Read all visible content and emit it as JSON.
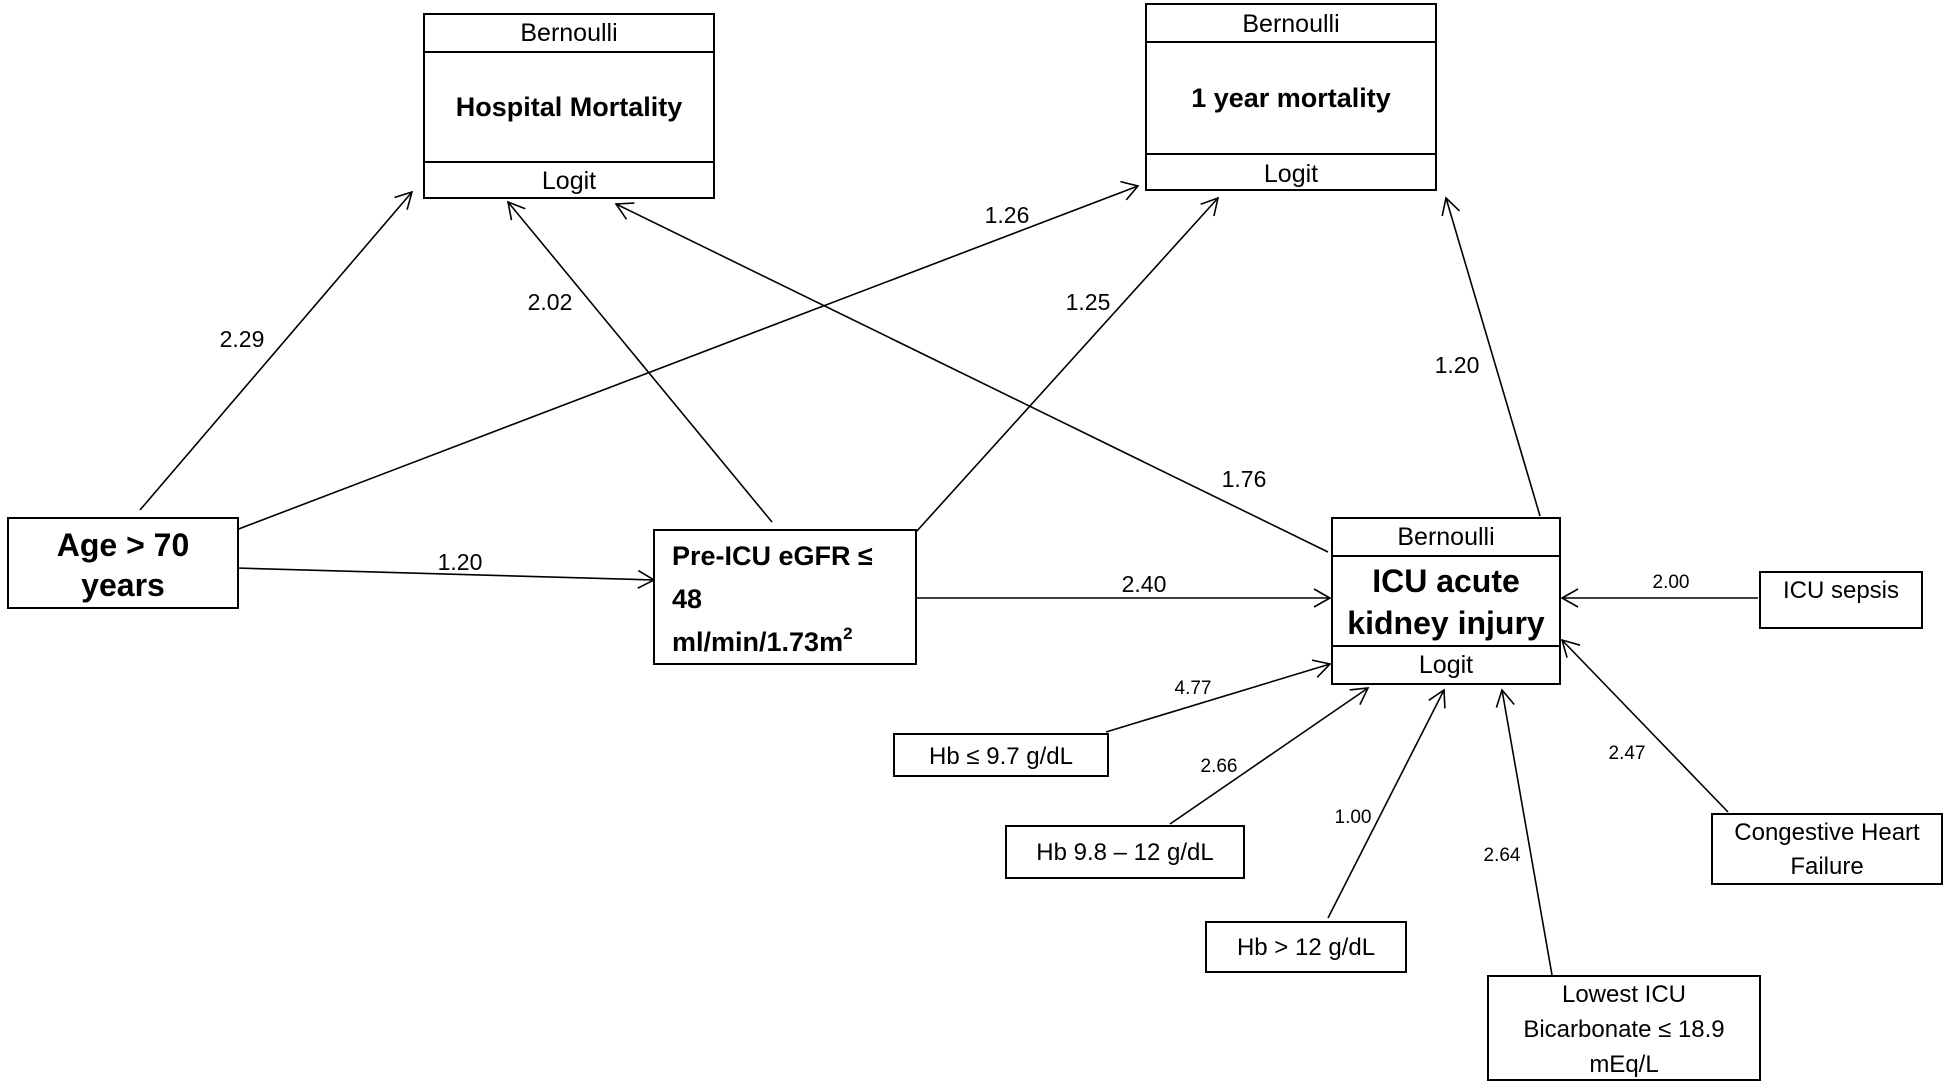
{
  "outcomes": {
    "hospital_mortality": {
      "top": "Bernoulli",
      "label": "Hospital Mortality",
      "bottom": "Logit"
    },
    "one_year_mortality": {
      "top": "Bernoulli",
      "label": "1 year mortality",
      "bottom": "Logit"
    },
    "icu_aki": {
      "top": "Bernoulli",
      "line1": "ICU acute",
      "line2": "kidney injury",
      "bottom": "Logit"
    }
  },
  "predictors": {
    "age": {
      "line1": "Age > 70",
      "line2": "years"
    },
    "egfr": {
      "line1": "Pre-ICU eGFR ≤",
      "line2": "48",
      "line3": "ml/min/1.73m",
      "sup": "2"
    },
    "sepsis": {
      "label": "ICU sepsis"
    },
    "chf": {
      "line1": "Congestive Heart",
      "line2": "Failure"
    },
    "hb_low": {
      "label": "Hb ≤ 9.7 g/dL"
    },
    "hb_mid": {
      "label": "Hb 9.8 – 12 g/dL"
    },
    "hb_high": {
      "label": "Hb > 12 g/dL"
    },
    "bicarb": {
      "line1": "Lowest ICU",
      "line2": "Bicarbonate ≤ 18.9",
      "line3": "mEq/L"
    }
  },
  "edges": {
    "age_hosp": "2.29",
    "age_1yr": "1.26",
    "age_egfr": "1.20",
    "egfr_hosp": "2.02",
    "egfr_1yr": "1.25",
    "egfr_aki": "2.40",
    "aki_hosp": "1.76",
    "aki_1yr": "1.20",
    "sepsis_aki": "2.00",
    "chf_aki": "2.47",
    "hblow_aki": "4.77",
    "hbmid_aki": "2.66",
    "hbhigh_aki": "1.00",
    "bicarb_aki": "2.64"
  }
}
